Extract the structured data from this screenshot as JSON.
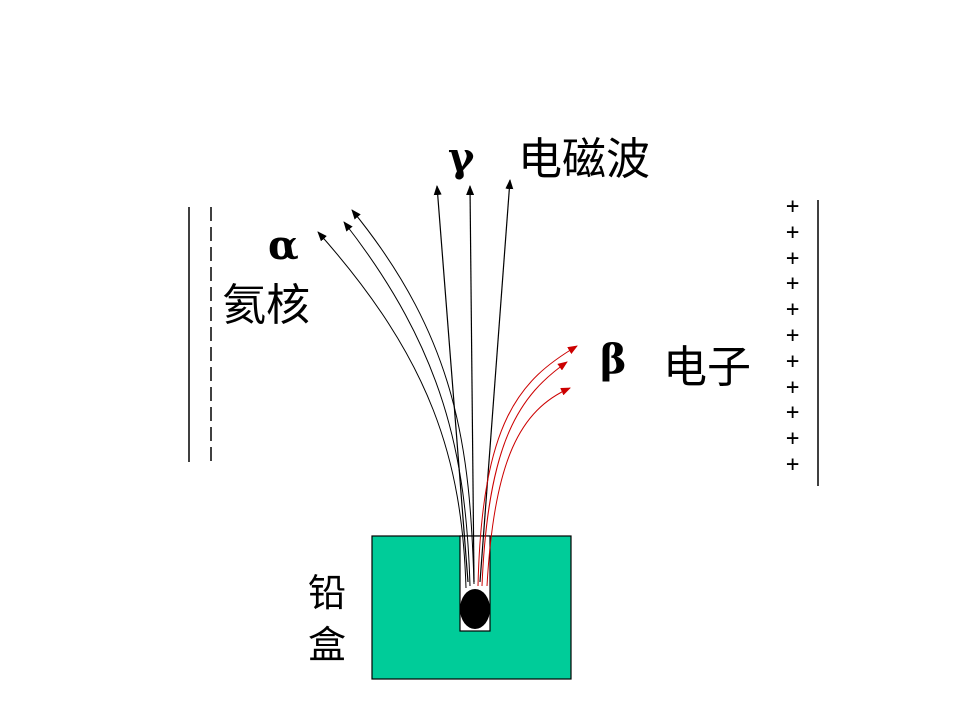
{
  "labels": {
    "gamma_symbol": "γ",
    "gamma_text": "电磁波",
    "alpha_symbol": "α",
    "alpha_text": "氦核",
    "beta_symbol": "β",
    "beta_text": "电子",
    "box_char_1": "铅",
    "box_char_2": "盒"
  },
  "plates": {
    "right_sign": "+",
    "right_sign_count": 11
  },
  "colors": {
    "box_fill": "#00CC99",
    "beta_ray": "#CC0000",
    "alpha_ray": "#000000",
    "gamma_ray": "#000000",
    "source": "#000000"
  }
}
